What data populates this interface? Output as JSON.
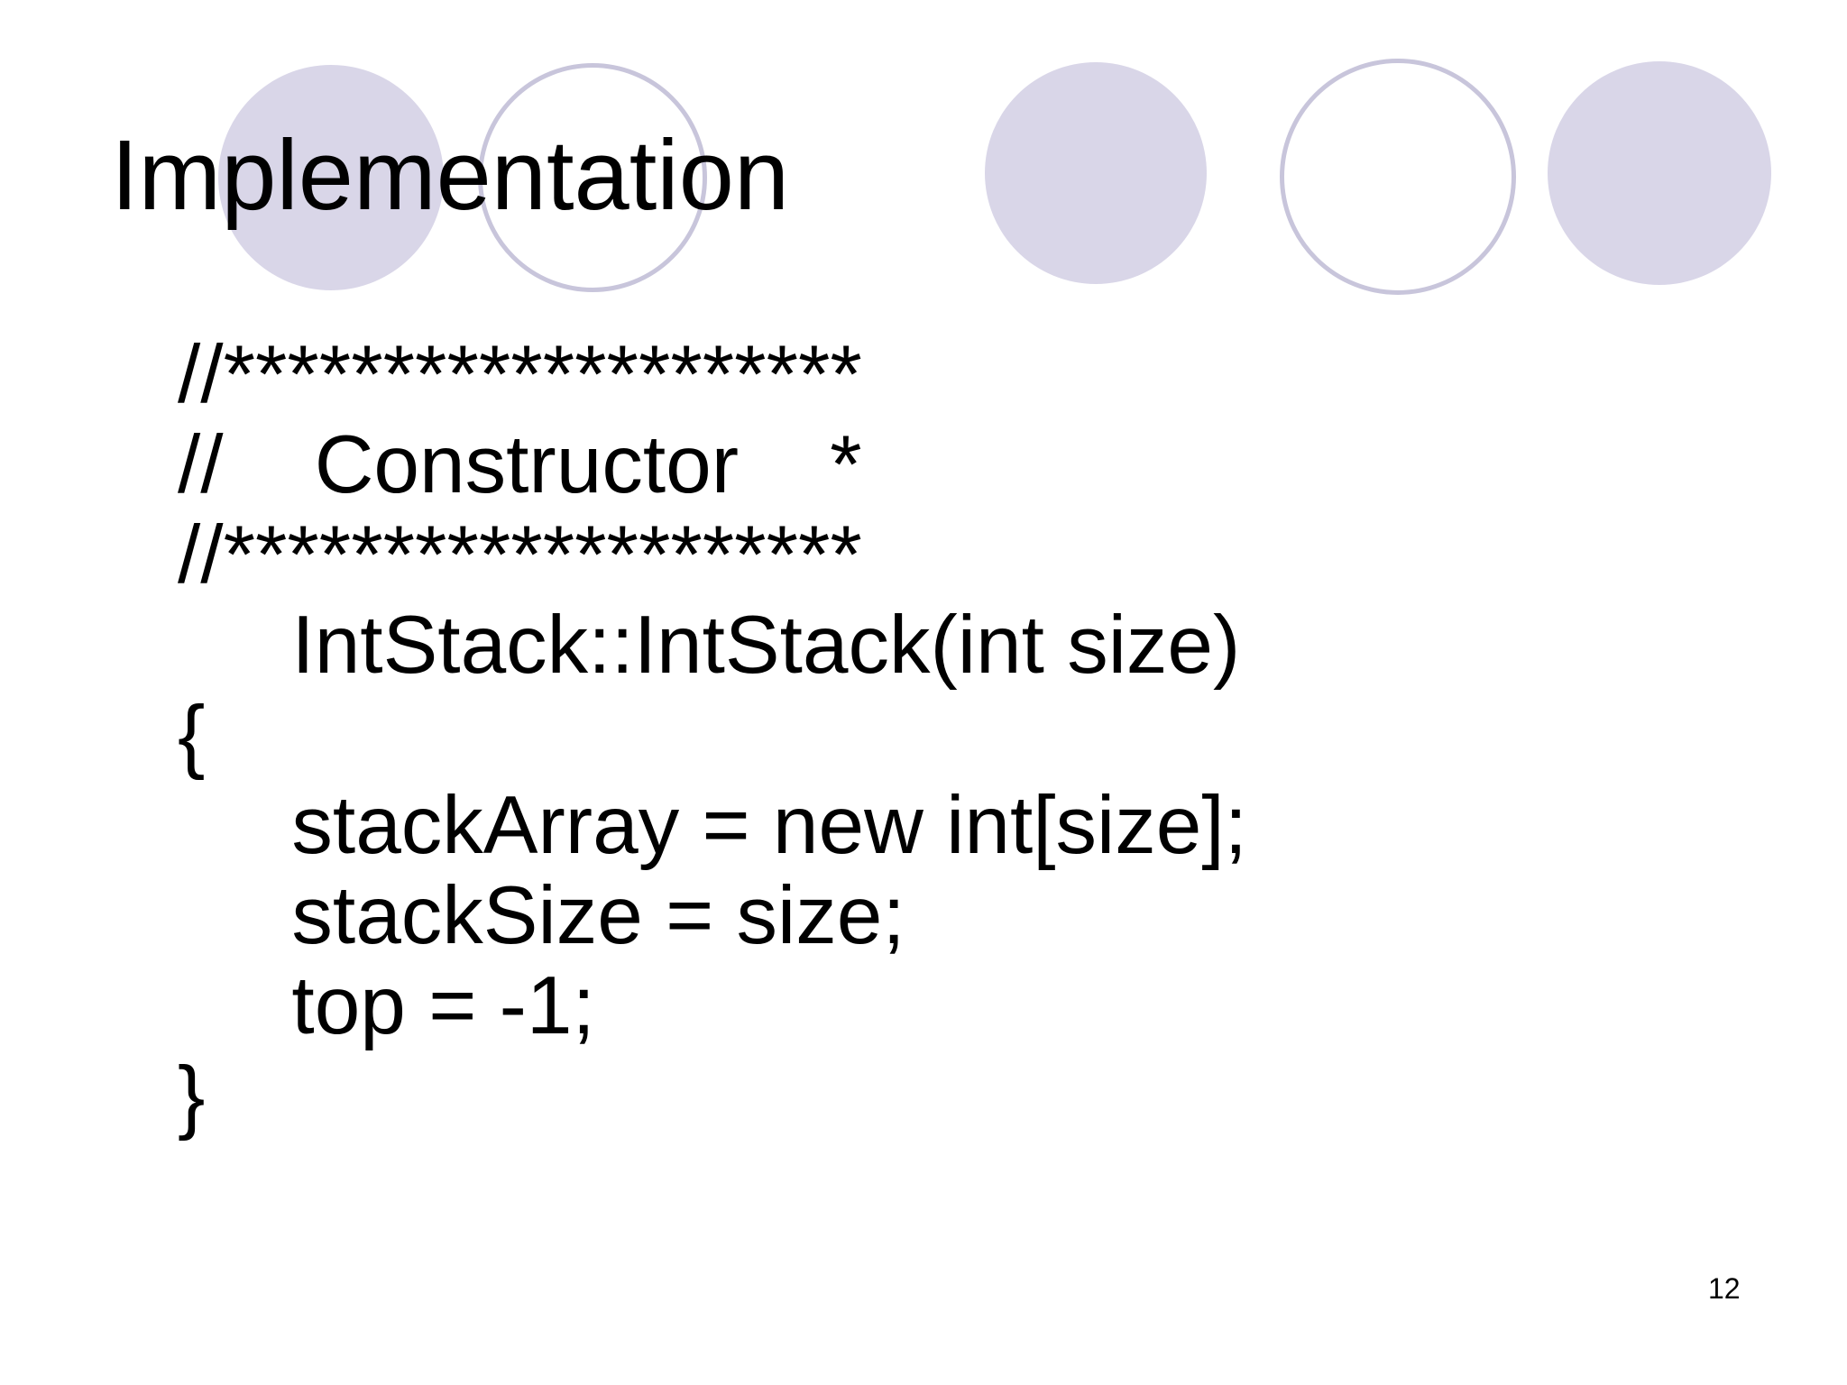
{
  "slide": {
    "title": "Implementation",
    "page_number": "12",
    "code_lines": [
      "//********************",
      "//    Constructor    *",
      "//********************",
      "     IntStack::IntStack(int size)",
      "{",
      "     stackArray = new int[size];",
      "     stackSize = size;",
      "     top = -1;",
      "}"
    ],
    "colors": {
      "background": "#ffffff",
      "circle_fill": "#d9d6e8",
      "circle_outline": "#c8c5db",
      "text": "#000000"
    }
  }
}
